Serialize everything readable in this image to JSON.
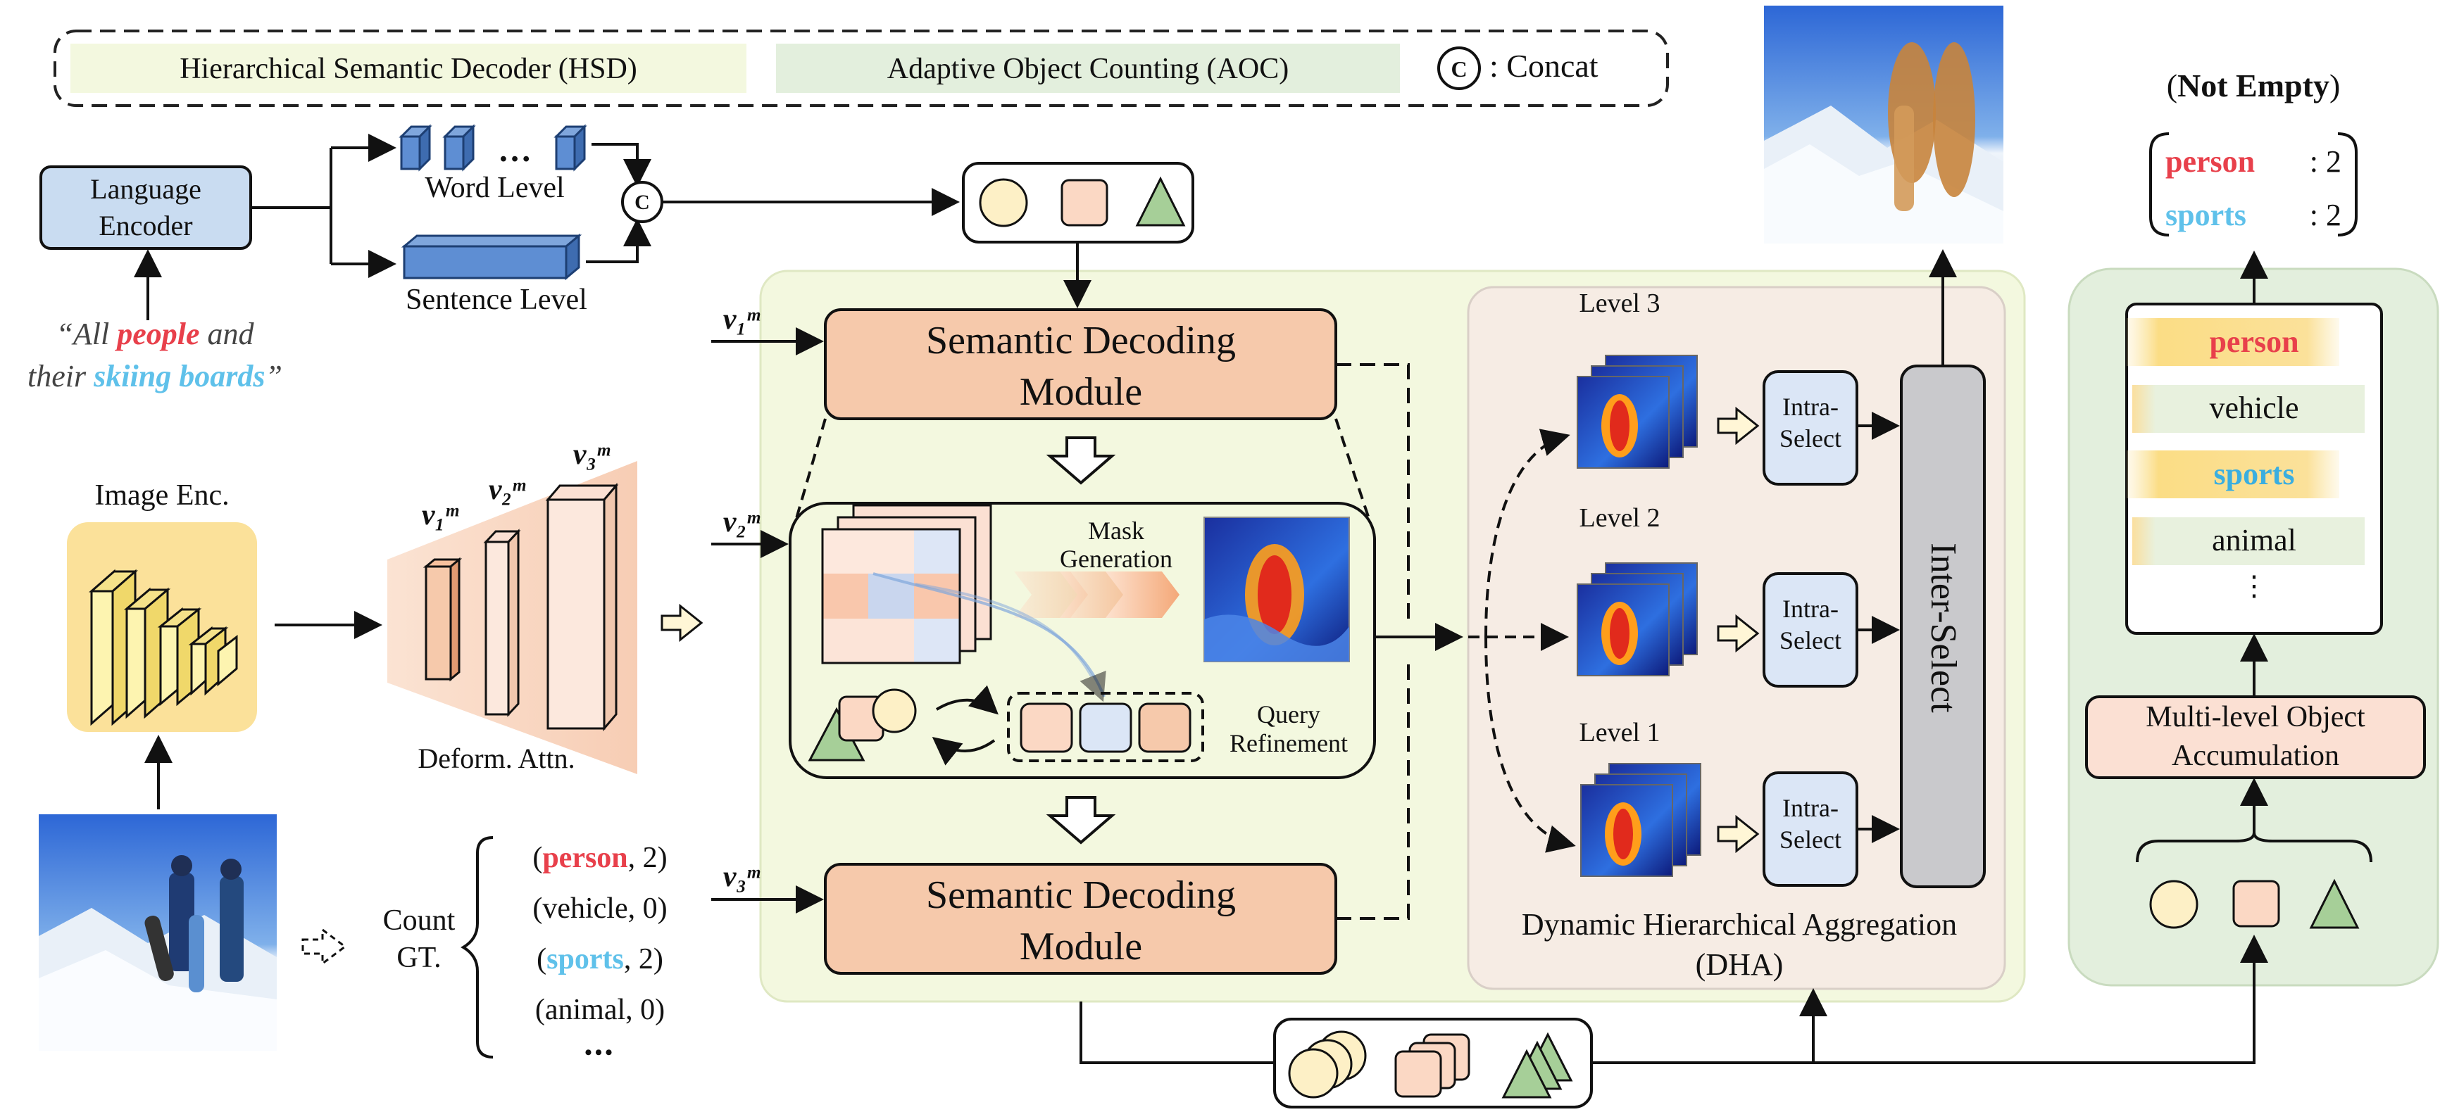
{
  "legend": {
    "hsd": "Hierarchical Semantic Decoder (HSD)",
    "aoc": "Adaptive Object Counting (AOC)",
    "concat_symbol": "C",
    "concat_label": ": Concat"
  },
  "language": {
    "encoder": "Language Encoder",
    "word_level": "Word Level",
    "sentence_level": "Sentence Level",
    "ellipsis": "…",
    "query": {
      "p1": "“All ",
      "k1": "people",
      "p2": " and",
      "p3": "their ",
      "k2": "skiing boards",
      "p4": "”"
    }
  },
  "image": {
    "encoder": "Image Enc.",
    "deform": "Deform. Attn.",
    "v1": "v₁ᵐ",
    "v2": "v₂ᵐ",
    "v3": "v₃ᵐ",
    "count_gt": "Count GT.",
    "gt_items": [
      {
        "open": "(",
        "name": "person",
        "rest": ", 2)",
        "color": "#e8404b"
      },
      {
        "open": "(",
        "name": "vehicle",
        "rest": ", 0)",
        "color": "#111111"
      },
      {
        "open": "(",
        "name": "sports",
        "rest": ", 2)",
        "color": "#5fc1ea"
      },
      {
        "open": "(",
        "name": "animal",
        "rest": ", 0)",
        "color": "#111111"
      }
    ],
    "gt_more": "•••"
  },
  "hsd": {
    "sdm_top": "Semantic Decoding Module",
    "sdm_bottom": "Semantic Decoding Module",
    "mask_generation": "Mask Generation",
    "query_refinement": "Query Refinement",
    "v_inputs": [
      "v₁ᵐ",
      "v₂ᵐ",
      "v₃ᵐ"
    ]
  },
  "dha": {
    "title": "Dynamic Hierarchical Aggregation (DHA)",
    "levels": [
      "Level 3",
      "Level 2",
      "Level 1"
    ],
    "intra_select": "Intra-Select",
    "inter_select": "Inter-Select"
  },
  "aoc": {
    "not_empty_open": "(",
    "not_empty": "Not Empty",
    "not_empty_close": ")",
    "results": [
      {
        "name": "person",
        "value": ": 2",
        "color": "#e8404b"
      },
      {
        "name": "sports",
        "value": ": 2",
        "color": "#5fc1ea"
      }
    ],
    "categories": [
      {
        "name": "person",
        "highlight": true,
        "color": "#e8404b"
      },
      {
        "name": "vehicle",
        "highlight": false,
        "color": "#111111"
      },
      {
        "name": "sports",
        "highlight": true,
        "color": "#3aaee0"
      },
      {
        "name": "animal",
        "highlight": false,
        "color": "#111111"
      }
    ],
    "more": "⋮",
    "accumulation": "Multi-level Object Accumulation"
  },
  "colors": {
    "hsd_bg": "#f3f8df",
    "aoc_bg": "#e3efdd",
    "dha_bg": "#f6ece4",
    "sdm_fill": "#f6c9ab",
    "blue_fill": "#dbe6f6",
    "encoder_fill": "#c9dcf1",
    "person_red": "#e8404b",
    "sports_blue": "#5fc1ea"
  }
}
